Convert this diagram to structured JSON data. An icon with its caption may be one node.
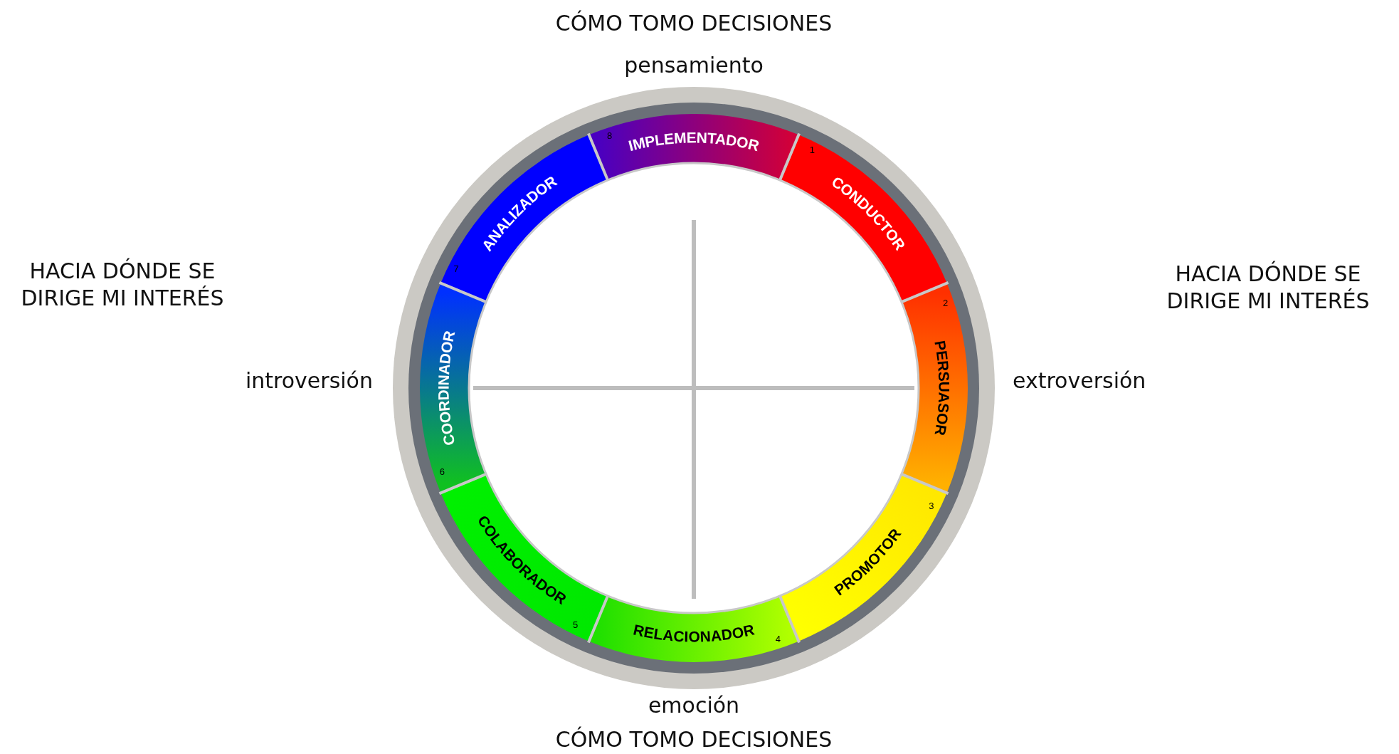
{
  "diagram": {
    "nodes": [
      {
        "text": [
          "8",
          "IMPLEMENTADOR"
        ]
      },
      {
        "text": [
          "1",
          "CONDUCTOR"
        ]
      },
      {
        "text": [
          "2",
          "PERSUASOR"
        ]
      },
      {
        "text": [
          "3",
          "PROMOTOR"
        ]
      },
      {
        "text": [
          "RELACIONADOR",
          "4"
        ]
      },
      {
        "text": [
          "COLABORADOR",
          "5"
        ]
      },
      {
        "text": [
          "COORDINADOR",
          "6"
        ]
      },
      {
        "text": [
          "ANALIZADOR",
          "7"
        ]
      }
    ],
    "labels": [
      "CÓMO TOMO DECISIONES",
      "pensamiento",
      "HACIA DÓNDE SE DIRIGE MI INTERÉS",
      "introversión",
      "HACIA DÓNDE SE DIRIGE MI INTERÉS",
      "extroversión",
      "emoción",
      "CÓMO TOMO DECISIONES"
    ]
  }
}
